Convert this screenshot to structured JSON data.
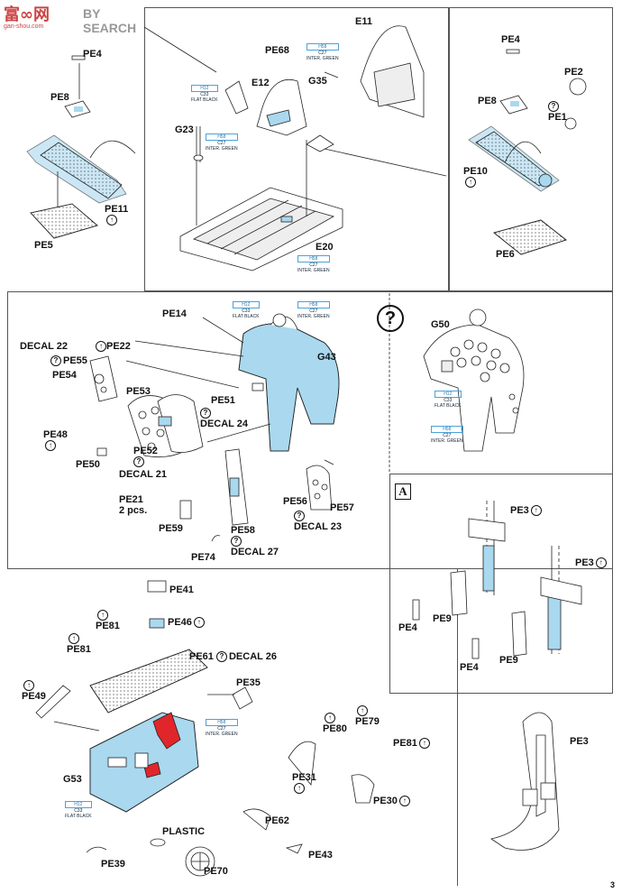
{
  "watermark": {
    "brand": "富∞网",
    "search": "BY SEARCH",
    "url": "gan-shou.com"
  },
  "page_number": "3",
  "paints": {
    "h12": {
      "code": "H12",
      "c": "C33",
      "name": "FLAT BLACK"
    },
    "h58": {
      "code": "H58",
      "c": "C27",
      "name": "INTER. GREEN"
    }
  },
  "section_a": "A",
  "labels": {
    "pe4_a": "PE4",
    "pe8_a": "PE8",
    "pe5": "PE5",
    "pe11": "PE11",
    "pe68": "PE68",
    "e11": "E11",
    "e12": "E12",
    "g35": "G35",
    "g23": "G23",
    "e20": "E20",
    "pe4_b": "PE4",
    "pe2": "PE2",
    "pe8_b": "PE8",
    "pe1": "PE1",
    "pe10": "PE10",
    "pe6": "PE6",
    "pe14": "PE14",
    "decal22": "DECAL 22",
    "pe22": "PE22",
    "pe55": "PE55",
    "pe54": "PE54",
    "pe53": "PE53",
    "pe51": "PE51",
    "decal24": "DECAL 24",
    "g43": "G43",
    "pe48": "PE48",
    "pe50": "PE50",
    "pe52": "PE52",
    "decal21": "DECAL 21",
    "pe21": "PE21",
    "pcs": "2 pcs.",
    "pe59": "PE59",
    "pe58": "PE58",
    "pe74": "PE74",
    "decal27": "DECAL 27",
    "pe56": "PE56",
    "pe57": "PE57",
    "decal23": "DECAL 23",
    "g50": "G50",
    "pe3_a": "PE3",
    "pe3_b": "PE3",
    "pe4_c": "PE4",
    "pe9_a": "PE9",
    "pe4_d": "PE4",
    "pe9_b": "PE9",
    "pe41": "PE41",
    "pe46": "PE46",
    "pe81_a": "PE81",
    "pe81_b": "PE81",
    "pe61": "PE61",
    "decal26": "DECAL 26",
    "pe49": "PE49",
    "pe35": "PE35",
    "pe80": "PE80",
    "pe79": "PE79",
    "pe81_c": "PE81",
    "g53": "G53",
    "pe31": "PE31",
    "pe30": "PE30",
    "pe62": "PE62",
    "plastic": "PLASTIC",
    "pe39": "PE39",
    "pe70": "PE70",
    "pe43": "PE43",
    "pe3_c": "PE3"
  },
  "colors": {
    "line": "#222222",
    "blue": "#a9d8ef",
    "red": "#e0262a",
    "panel": "#555555"
  }
}
